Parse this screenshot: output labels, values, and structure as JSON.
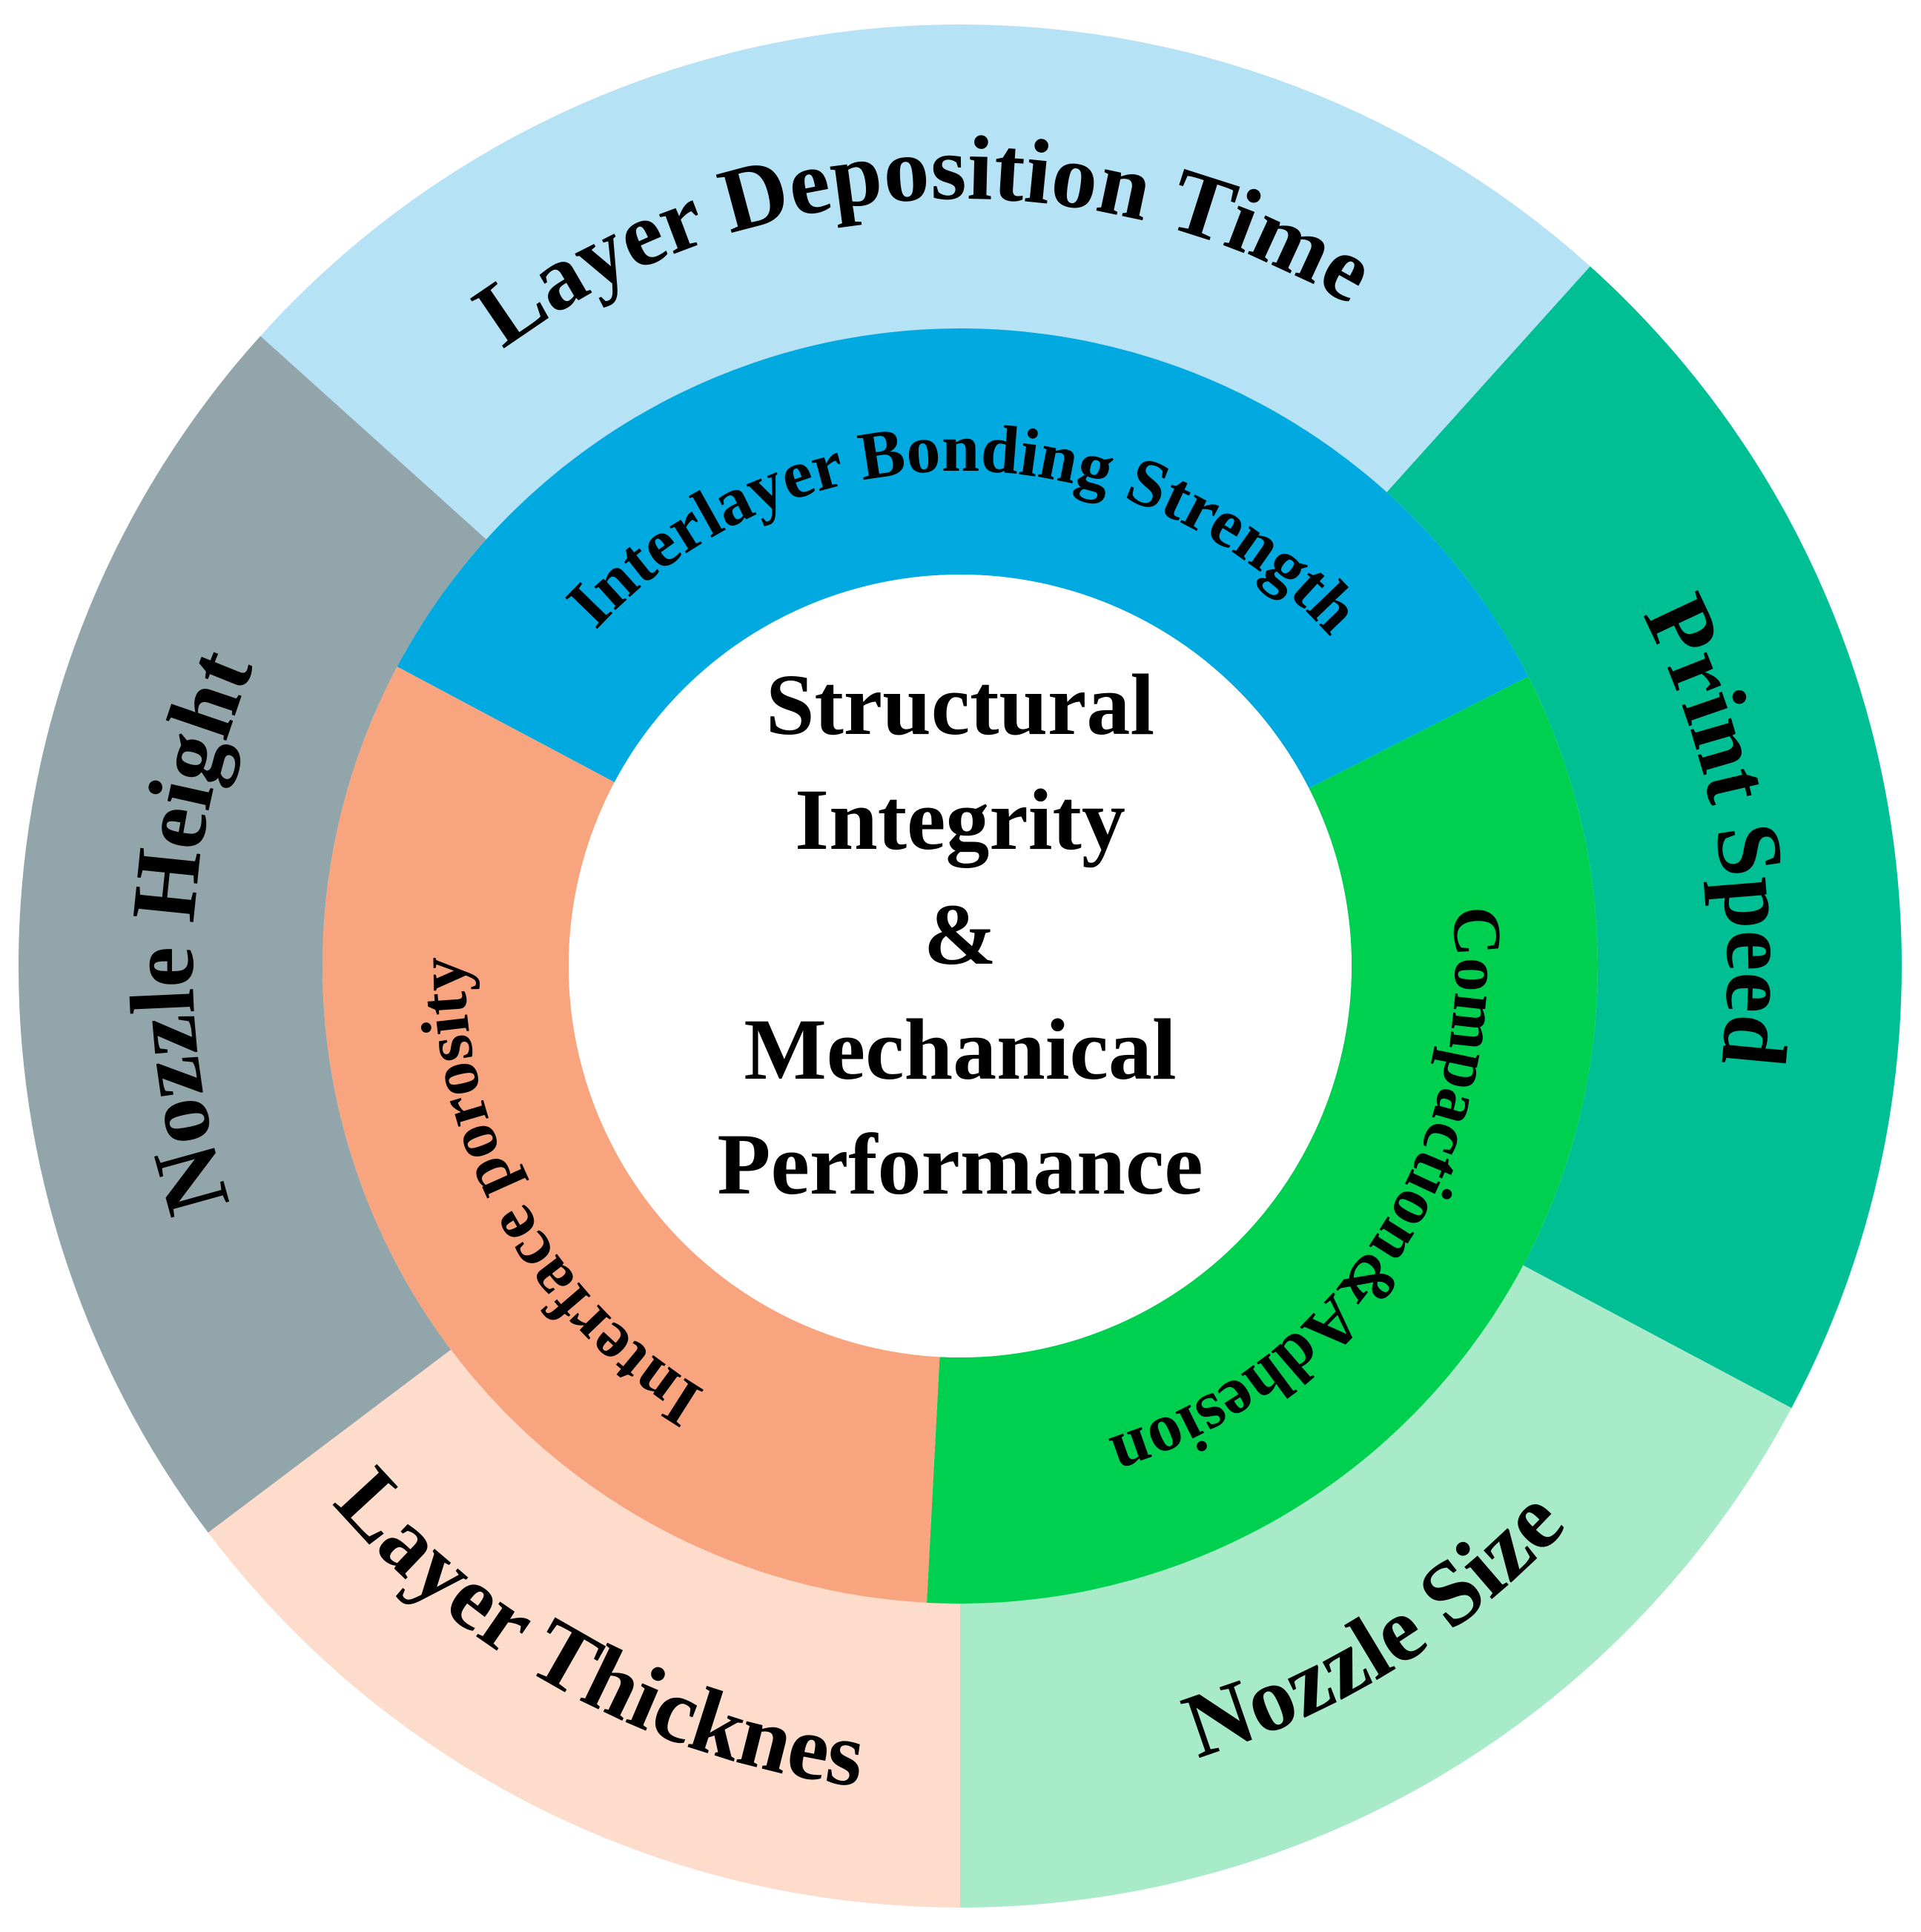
{
  "center": {
    "lines": [
      "Structural",
      "Integrity",
      "&",
      "Mechanical",
      "Performance"
    ]
  },
  "inner_ring": [
    {
      "label": "Interlayer Bonding Strength",
      "color": "#00A9DF"
    },
    {
      "label": "Compaction&Adhesion",
      "color": "#00D050"
    },
    {
      "label": "Interface porosity",
      "color": "#F8A47E"
    }
  ],
  "outer_ring": [
    {
      "label": "Layer Deposition Time",
      "color": "#B5E2F5"
    },
    {
      "label": "Print Speed",
      "color": "#00BF95"
    },
    {
      "label": "Nozzle Size",
      "color": "#A8EBC8"
    },
    {
      "label": "Layer Thickness",
      "color": "#FDDCCB"
    },
    {
      "label": "Nozzle Height",
      "color": "#91A5AA"
    }
  ]
}
